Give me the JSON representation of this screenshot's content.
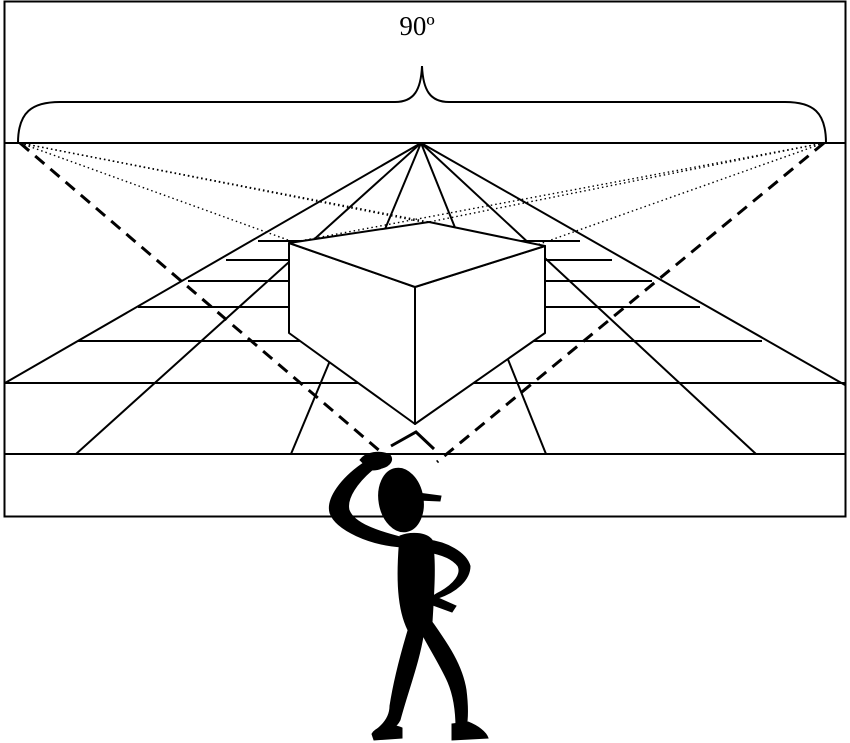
{
  "angle_label": "90º",
  "colors": {
    "stroke": "#000000",
    "background": "#ffffff",
    "figure": "#000000"
  },
  "elements": {
    "frame": "picture-frame",
    "horizon": "horizon-line",
    "brace": "field-of-view-brace",
    "vanishing_point": "central-vanishing-point",
    "floor_grid": "perspective-floor-grid",
    "box": "cube-in-perspective",
    "sight_lines": "dashed-sight-lines",
    "viewer": "cartoon-stick-figure-viewer"
  }
}
